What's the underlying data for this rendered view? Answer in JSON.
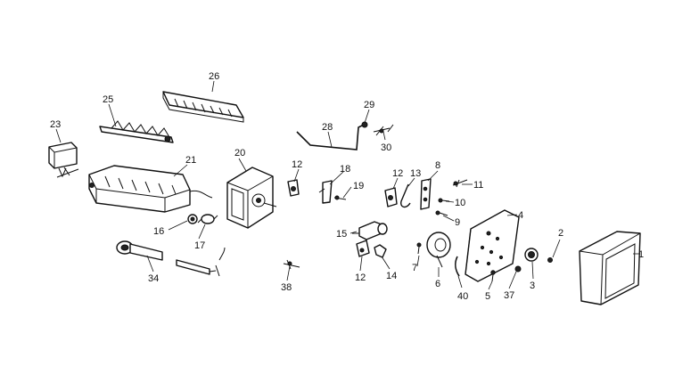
{
  "callouts": [
    {
      "id": "p1",
      "label": "1"
    },
    {
      "id": "p2",
      "label": "2"
    },
    {
      "id": "p3",
      "label": "3"
    },
    {
      "id": "p4",
      "label": "4"
    },
    {
      "id": "p5",
      "label": "5"
    },
    {
      "id": "p6",
      "label": "6"
    },
    {
      "id": "p7",
      "label": "7"
    },
    {
      "id": "p8",
      "label": "8"
    },
    {
      "id": "p9",
      "label": "9"
    },
    {
      "id": "p10",
      "label": "10"
    },
    {
      "id": "p11",
      "label": "11"
    },
    {
      "id": "p12a",
      "label": "12"
    },
    {
      "id": "p12b",
      "label": "12"
    },
    {
      "id": "p12c",
      "label": "12"
    },
    {
      "id": "p13",
      "label": "13"
    },
    {
      "id": "p14",
      "label": "14"
    },
    {
      "id": "p15",
      "label": "15"
    },
    {
      "id": "p16",
      "label": "16"
    },
    {
      "id": "p17",
      "label": "17"
    },
    {
      "id": "p18",
      "label": "18"
    },
    {
      "id": "p19",
      "label": "19"
    },
    {
      "id": "p20",
      "label": "20"
    },
    {
      "id": "p21",
      "label": "21"
    },
    {
      "id": "p23",
      "label": "23"
    },
    {
      "id": "p25",
      "label": "25"
    },
    {
      "id": "p26",
      "label": "26"
    },
    {
      "id": "p28",
      "label": "28"
    },
    {
      "id": "p29",
      "label": "29"
    },
    {
      "id": "p30",
      "label": "30"
    },
    {
      "id": "p34",
      "label": "34"
    },
    {
      "id": "p37",
      "label": "37"
    },
    {
      "id": "p38",
      "label": "38"
    },
    {
      "id": "p40",
      "label": "40"
    }
  ]
}
